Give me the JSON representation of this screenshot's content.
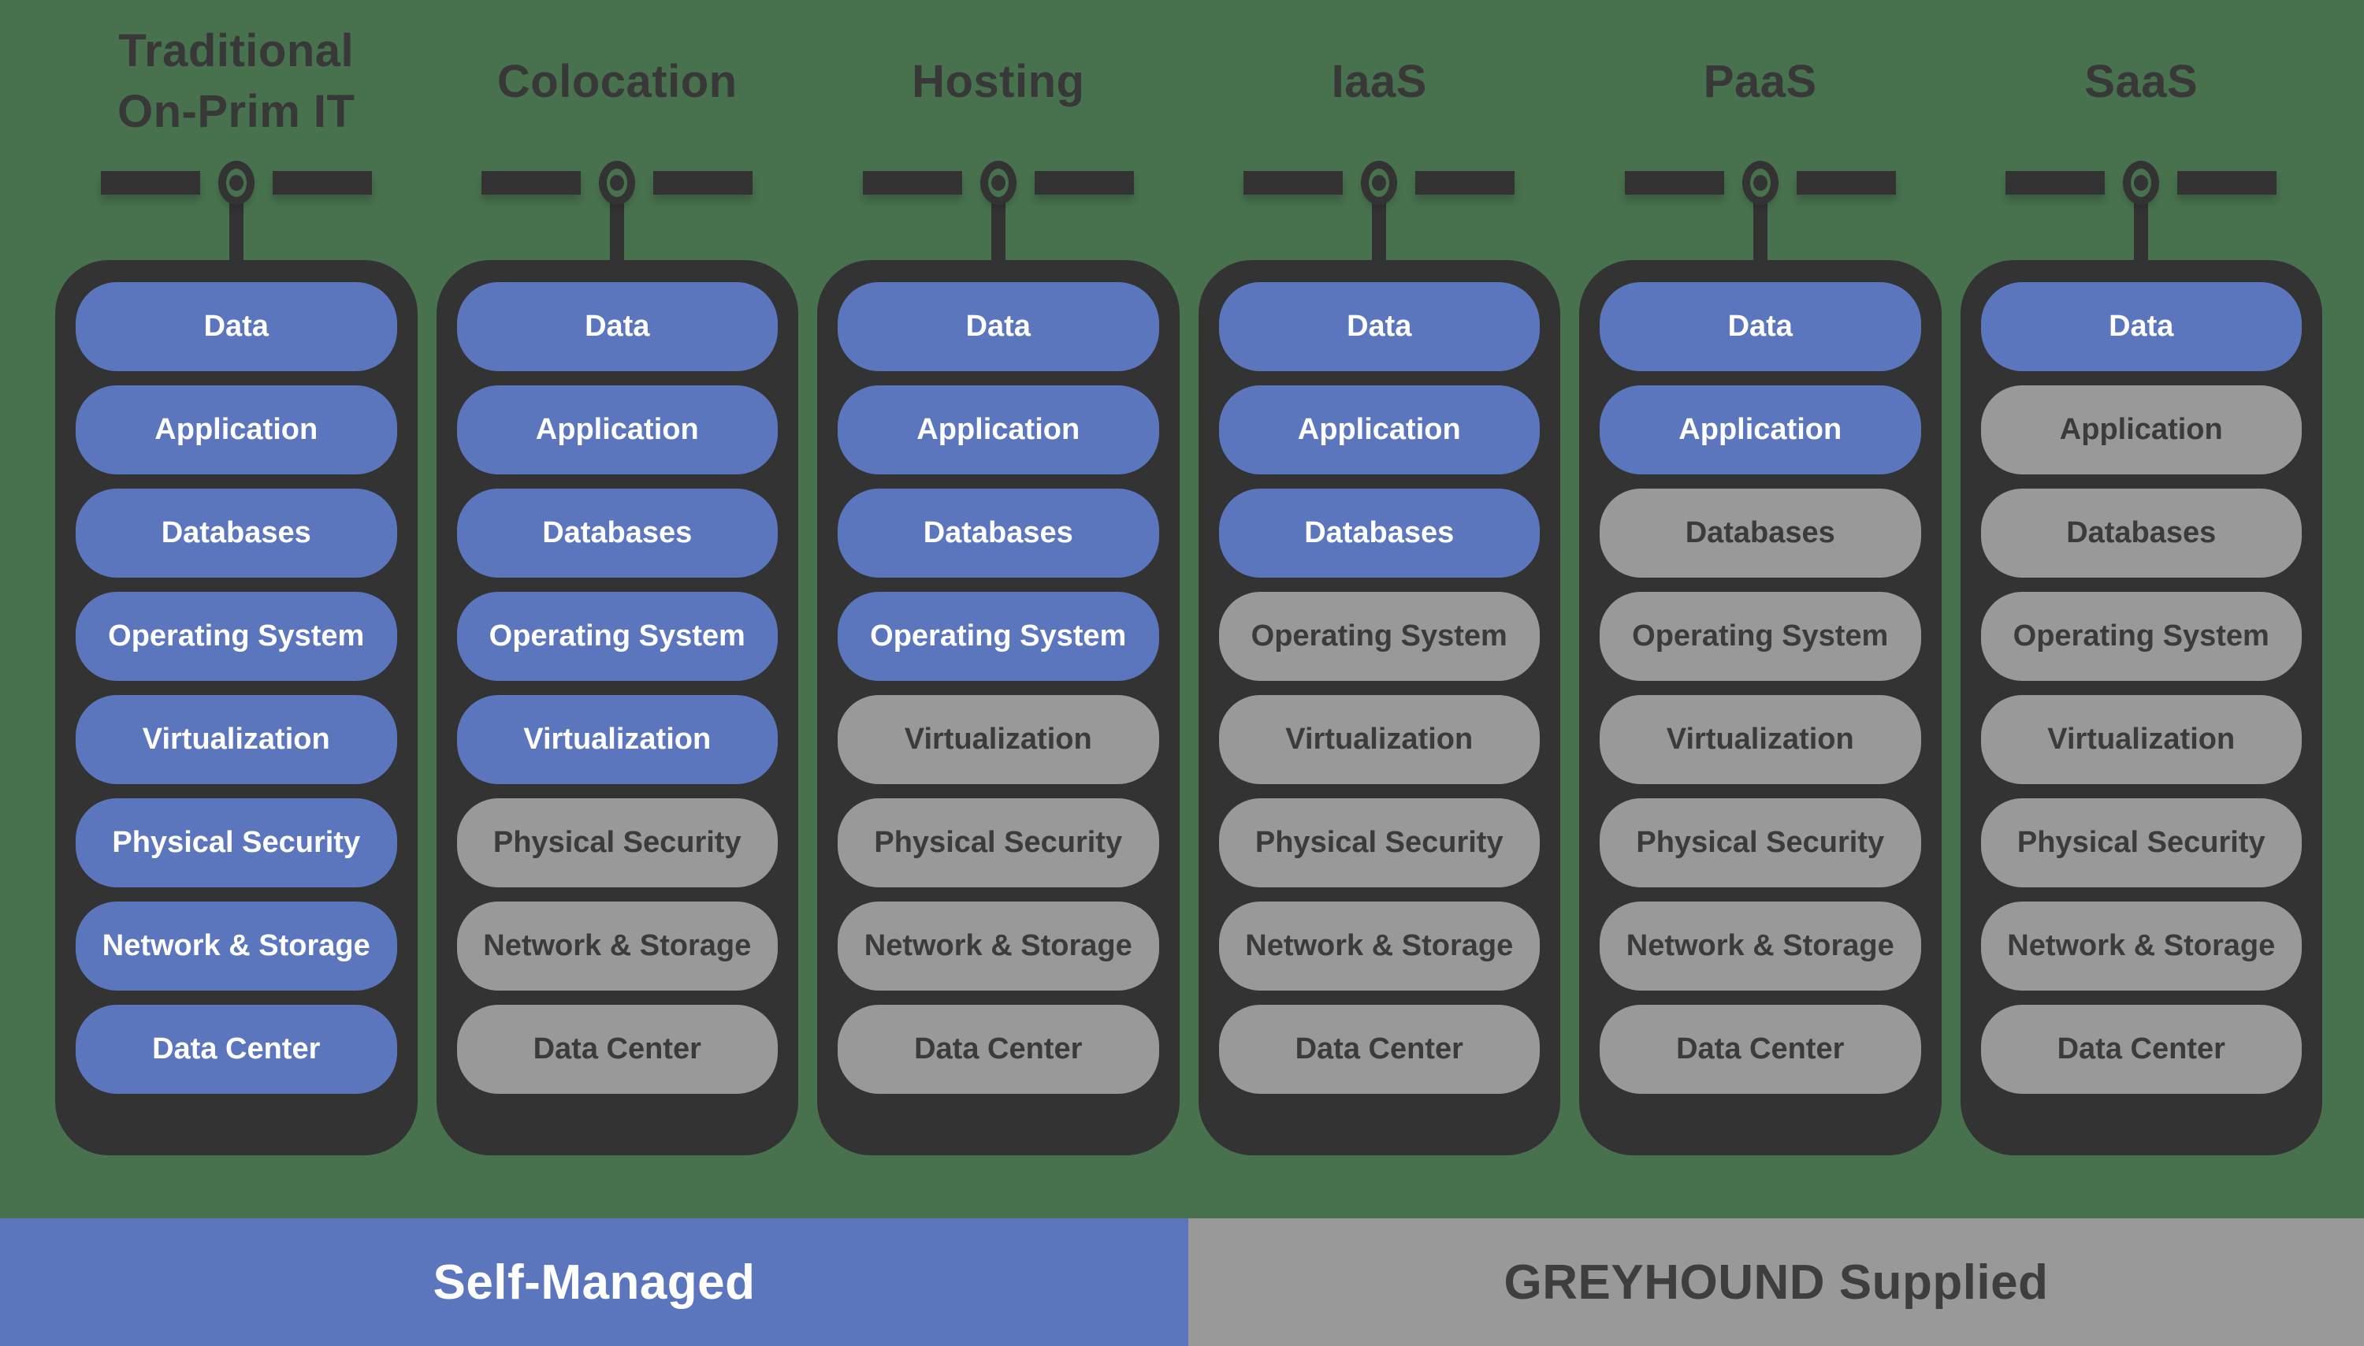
{
  "colors": {
    "background": "#48714E",
    "panel_dark": "#333333",
    "accent_blue": "#5B76BD",
    "neutral_gray": "#999999",
    "title_text": "#383838",
    "gray_pill_text": "#3B3B3B",
    "band_dark_text": "#3E3E3E",
    "white": "#FFFFFF"
  },
  "icons": {
    "column_toggle": "slider-icon"
  },
  "columns": [
    {
      "title": "Traditional\nOn-Prim IT",
      "layers": [
        {
          "label": "Data",
          "self_managed": true
        },
        {
          "label": "Application",
          "self_managed": true
        },
        {
          "label": "Databases",
          "self_managed": true
        },
        {
          "label": "Operating System",
          "self_managed": true
        },
        {
          "label": "Virtualization",
          "self_managed": true
        },
        {
          "label": "Physical Security",
          "self_managed": true
        },
        {
          "label": "Network & Storage",
          "self_managed": true
        },
        {
          "label": "Data Center",
          "self_managed": true
        }
      ]
    },
    {
      "title": "Colocation",
      "layers": [
        {
          "label": "Data",
          "self_managed": true
        },
        {
          "label": "Application",
          "self_managed": true
        },
        {
          "label": "Databases",
          "self_managed": true
        },
        {
          "label": "Operating System",
          "self_managed": true
        },
        {
          "label": "Virtualization",
          "self_managed": true
        },
        {
          "label": "Physical Security",
          "self_managed": false
        },
        {
          "label": "Network & Storage",
          "self_managed": false
        },
        {
          "label": "Data Center",
          "self_managed": false
        }
      ]
    },
    {
      "title": "Hosting",
      "layers": [
        {
          "label": "Data",
          "self_managed": true
        },
        {
          "label": "Application",
          "self_managed": true
        },
        {
          "label": "Databases",
          "self_managed": true
        },
        {
          "label": "Operating System",
          "self_managed": true
        },
        {
          "label": "Virtualization",
          "self_managed": false
        },
        {
          "label": "Physical Security",
          "self_managed": false
        },
        {
          "label": "Network & Storage",
          "self_managed": false
        },
        {
          "label": "Data Center",
          "self_managed": false
        }
      ]
    },
    {
      "title": "IaaS",
      "layers": [
        {
          "label": "Data",
          "self_managed": true
        },
        {
          "label": "Application",
          "self_managed": true
        },
        {
          "label": "Databases",
          "self_managed": true
        },
        {
          "label": "Operating System",
          "self_managed": false
        },
        {
          "label": "Virtualization",
          "self_managed": false
        },
        {
          "label": "Physical Security",
          "self_managed": false
        },
        {
          "label": "Network & Storage",
          "self_managed": false
        },
        {
          "label": "Data Center",
          "self_managed": false
        }
      ]
    },
    {
      "title": "PaaS",
      "layers": [
        {
          "label": "Data",
          "self_managed": true
        },
        {
          "label": "Application",
          "self_managed": true
        },
        {
          "label": "Databases",
          "self_managed": false
        },
        {
          "label": "Operating System",
          "self_managed": false
        },
        {
          "label": "Virtualization",
          "self_managed": false
        },
        {
          "label": "Physical Security",
          "self_managed": false
        },
        {
          "label": "Network & Storage",
          "self_managed": false
        },
        {
          "label": "Data Center",
          "self_managed": false
        }
      ]
    },
    {
      "title": "SaaS",
      "layers": [
        {
          "label": "Data",
          "self_managed": true
        },
        {
          "label": "Application",
          "self_managed": false
        },
        {
          "label": "Databases",
          "self_managed": false
        },
        {
          "label": "Operating System",
          "self_managed": false
        },
        {
          "label": "Virtualization",
          "self_managed": false
        },
        {
          "label": "Physical Security",
          "self_managed": false
        },
        {
          "label": "Network & Storage",
          "self_managed": false
        },
        {
          "label": "Data Center",
          "self_managed": false
        }
      ]
    }
  ],
  "legend": {
    "self_managed": "Self-Managed",
    "greyhound_supplied": "GREYHOUND Supplied"
  }
}
